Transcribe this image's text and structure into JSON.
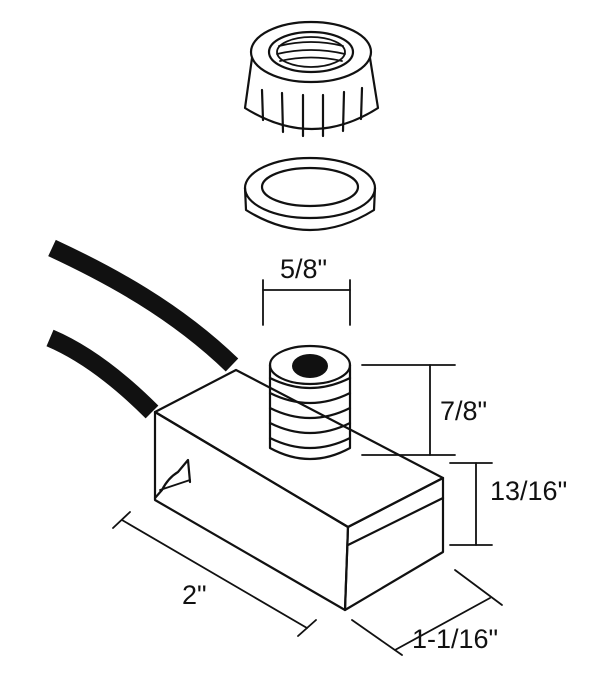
{
  "dimensions": {
    "diameter": "5/8\"",
    "shaft_height": "7/8\"",
    "body_height": "13/16\"",
    "body_length": "2\"",
    "body_depth": "1-1/16\""
  },
  "colors": {
    "line": "#111111",
    "cord": "#111111",
    "background": "#ffffff"
  }
}
